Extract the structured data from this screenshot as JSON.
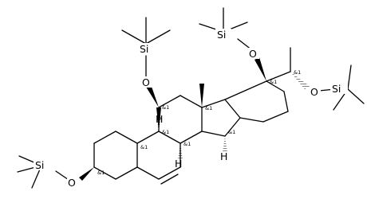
{
  "atoms": {
    "si": "Si",
    "o": "O",
    "h": "H"
  },
  "stereo": "&1"
}
